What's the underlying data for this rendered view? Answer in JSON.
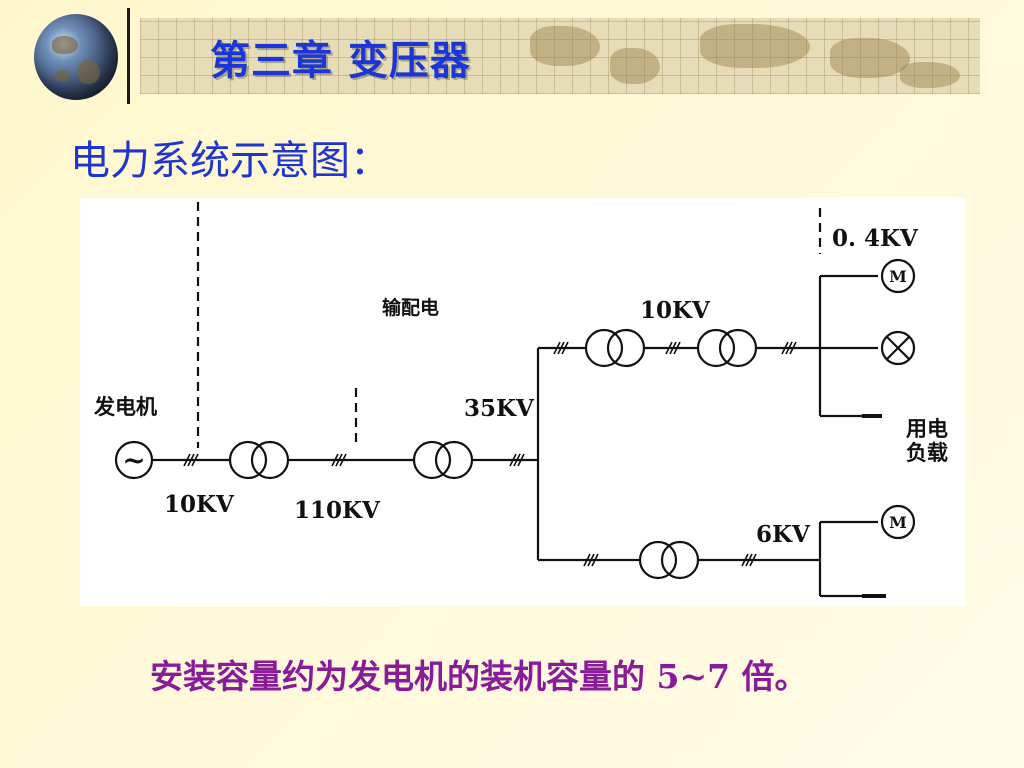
{
  "slide": {
    "title": "第三章  变压器",
    "subtitle": "电力系统示意图：",
    "caption": "安装容量约为发电机的装机容量的 5~7 倍。"
  },
  "diagram": {
    "labels": {
      "generator": "发电机",
      "transmission": "输配电",
      "v_gen": "10KV",
      "v_110": "110KV",
      "v_35": "35KV",
      "v_10_upper": "10KV",
      "v_04": "0. 4KV",
      "v_6": "6KV",
      "load_line1": "用电",
      "load_line2": "负载",
      "motor_symbol": "M",
      "generator_symbol": "~"
    }
  },
  "colors": {
    "title": "#1a35d8",
    "subtitle": "#1e35d0",
    "caption": "#8a1a9a"
  }
}
